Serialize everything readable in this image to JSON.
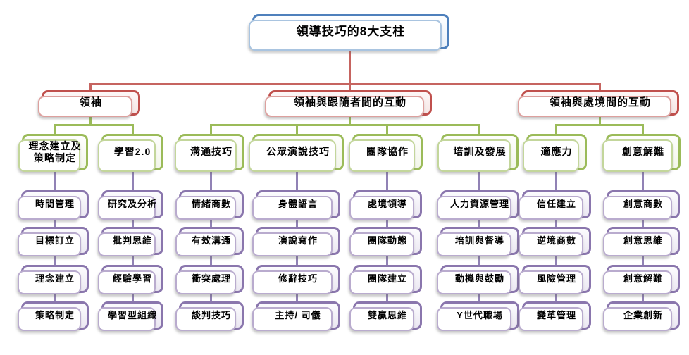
{
  "title": "領導技巧的8大支柱",
  "colors": {
    "blue": "#4e80bc",
    "red": "#c0504d",
    "redline": "#c66460",
    "green": "#9bbb59",
    "purple": "#8a76ad",
    "purpleline": "#9182b5"
  },
  "branches": [
    {
      "label": "領袖",
      "pillars": [
        {
          "label": "理念建立及策略制定",
          "items": [
            "時間管理",
            "目標訂立",
            "理念建立",
            "策略制定"
          ]
        },
        {
          "label": "學習2.0",
          "items": [
            "研究及分析",
            "批判思維",
            "經驗學習",
            "學習型組織"
          ]
        }
      ]
    },
    {
      "label": "領袖與跟隨者間的互動",
      "pillars": [
        {
          "label": "溝通技巧",
          "items": [
            "情緒商數",
            "有效溝通",
            "衝突處理",
            "談判技巧"
          ]
        },
        {
          "label": "公眾演說技巧",
          "items": [
            "身體語言",
            "演說寫作",
            "修辭技巧",
            "主持/ 司儀"
          ]
        },
        {
          "label": "團隊協作",
          "items": [
            "處境領導",
            "團隊動態",
            "團隊建立",
            "雙贏思維"
          ]
        },
        {
          "label": "培訓及發展",
          "items": [
            "人力資源管理",
            "培訓與督導",
            "動機與鼓勵",
            "Y世代職場"
          ]
        }
      ]
    },
    {
      "label": "領袖與處境間的互動",
      "pillars": [
        {
          "label": "適應力",
          "items": [
            "信任建立",
            "逆境商數",
            "風險管理",
            "變革管理"
          ]
        },
        {
          "label": "創意解難",
          "items": [
            "創意商數",
            "創意思維",
            "創意解難",
            "企業創新"
          ]
        }
      ]
    }
  ]
}
